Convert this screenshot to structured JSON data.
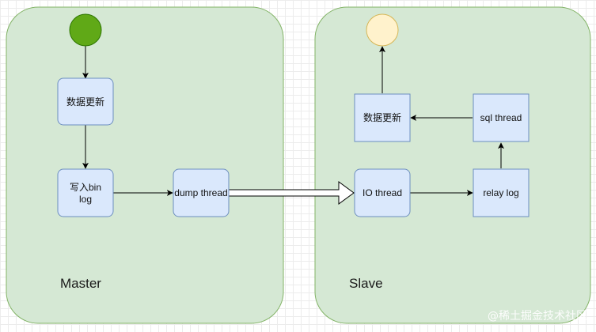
{
  "colors": {
    "container_fill": "#d5e8d4",
    "container_stroke": "#82b366",
    "node_fill": "#dae8fc",
    "node_stroke": "#6c8ebf",
    "start_fill": "#60a917",
    "start_stroke": "#2d7600",
    "end_fill": "#fff2cc",
    "end_stroke": "#d6b656",
    "edge": "#000000"
  },
  "master": {
    "label": "Master",
    "update_label": "数据更新",
    "binlog_label_line1": "写入bin",
    "binlog_label_line2": "log",
    "dump_label": "dump thread"
  },
  "slave": {
    "label": "Slave",
    "update_label": "数据更新",
    "sql_label": "sql thread",
    "io_label": "IO thread",
    "relay_label": "relay log"
  },
  "watermark": {
    "text": "@稀土掘金技术社区"
  }
}
